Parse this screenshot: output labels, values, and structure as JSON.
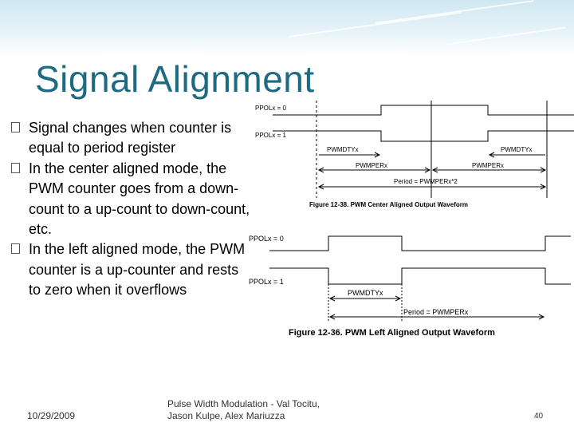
{
  "slide": {
    "title": "Signal Alignment",
    "bullets": [
      "Signal changes when counter is equal to period register",
      "In the center aligned mode, the PWM counter goes from a down-count to a up-count to down-count, etc.",
      "In the left aligned mode, the PWM counter is a up-counter and rests to zero when it overflows"
    ]
  },
  "figure_center": {
    "caption": "Figure 12-38. PWM Center Aligned Output Waveform",
    "label_ppo0": "PPOLx = 0",
    "label_ppo1": "PPOLx = 1",
    "label_dty_left": "PWMDTYx",
    "label_dty_right": "PWMDTYx",
    "label_per_left": "PWMPERx",
    "label_per_right": "PWMPERx",
    "label_period": "Period = PWMPERx*2"
  },
  "figure_left": {
    "caption": "Figure 12-36. PWM Left Aligned Output Waveform",
    "label_ppo0": "PPOLx = 0",
    "label_ppo1": "PPOLx = 1",
    "label_dty": "PWMDTYx",
    "label_period": "Period = PWMPERx"
  },
  "footer": {
    "date": "10/29/2009",
    "credit_line1": "Pulse Width Modulation - Val Tocitu,",
    "credit_line2": "Jason Kulpe, Alex Mariuzza",
    "page": "40"
  },
  "colors": {
    "title": "#1d6a83",
    "header_band": "#cfe7f1"
  }
}
